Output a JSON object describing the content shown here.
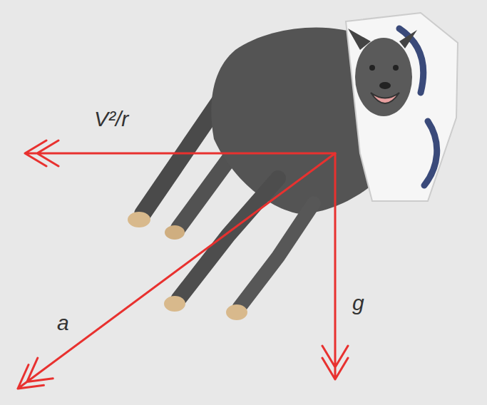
{
  "diagram": {
    "labels": [
      "V²/r",
      "a",
      "g"
    ]
  }
}
